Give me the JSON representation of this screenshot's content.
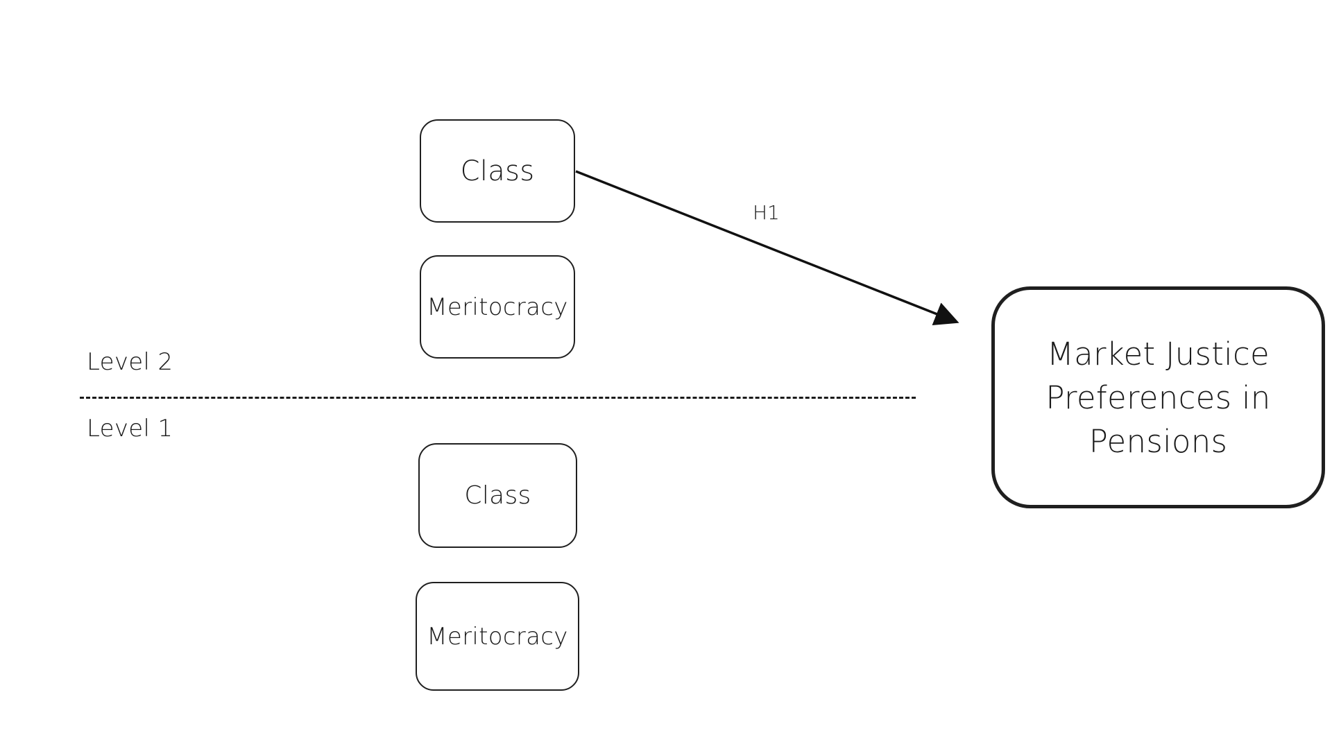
{
  "levels": {
    "level2_label": "Level 2",
    "level1_label": "Level 1"
  },
  "nodes": {
    "level2_class": "Class",
    "level2_meritocracy": "Meritocracy",
    "level1_class": "Class",
    "level1_meritocracy": "Meritocracy",
    "outcome": "Market Justice Preferences in Pensions"
  },
  "edges": [
    {
      "from": "level2_class",
      "to": "outcome",
      "label": "H1"
    }
  ],
  "colors": {
    "stroke": "#1f1f1f",
    "background": "#ffffff"
  }
}
